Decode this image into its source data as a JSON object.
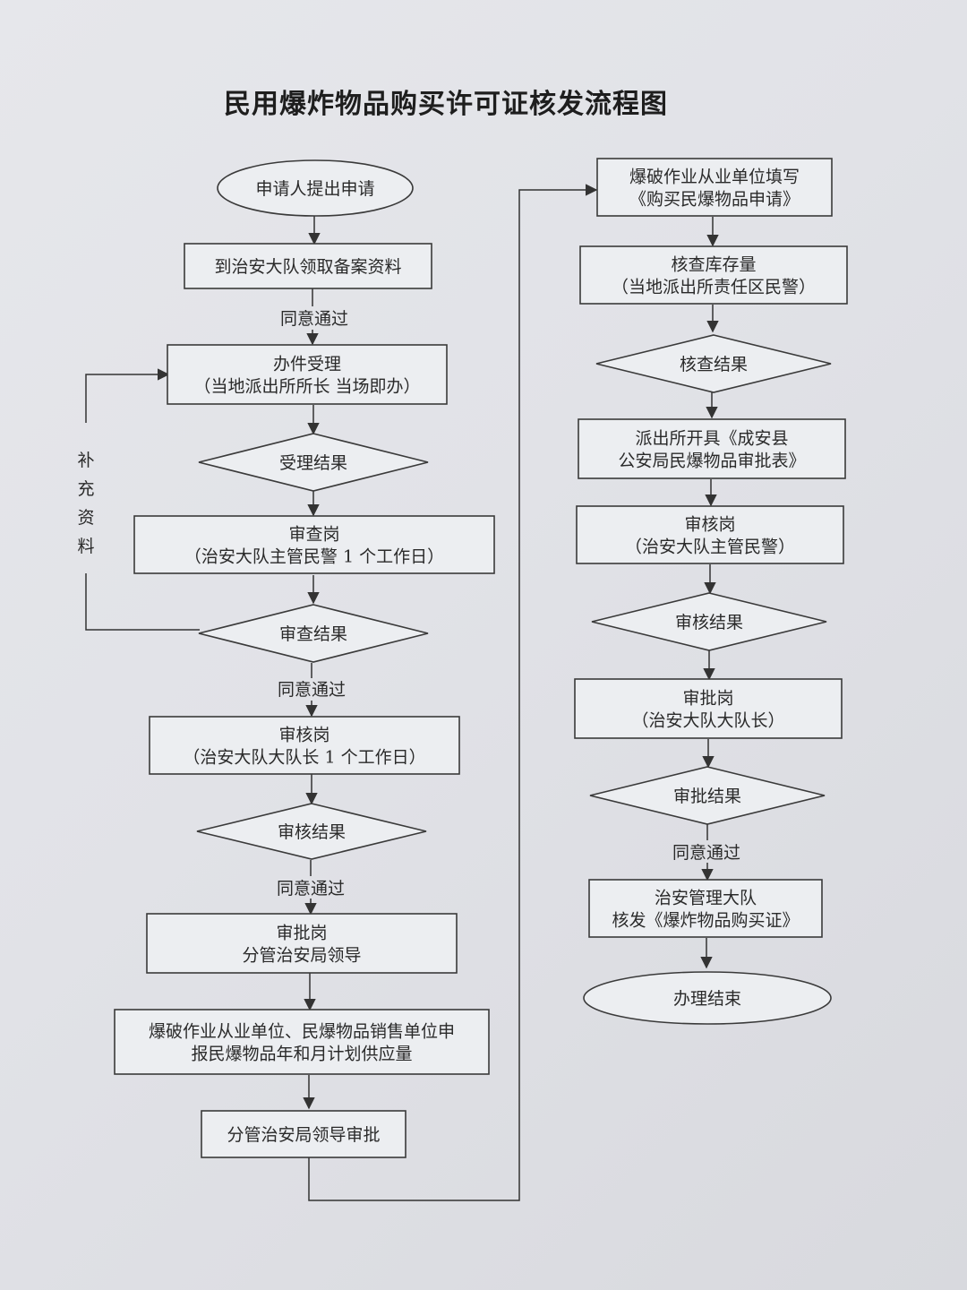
{
  "diagram": {
    "title": "民用爆炸物品购买许可证核发流程图",
    "nodes": {
      "start": {
        "shape": "ellipse",
        "lines": [
          "申请人提出申请"
        ]
      },
      "get_materials": {
        "shape": "rect",
        "lines": [
          "到治安大队领取备案资料"
        ]
      },
      "accept": {
        "shape": "rect",
        "lines": [
          "办件受理",
          "（当地派出所所长  当场即办）"
        ]
      },
      "accept_result": {
        "shape": "diamond",
        "lines": [
          "受理结果"
        ]
      },
      "review_post": {
        "shape": "rect",
        "lines": [
          "审查岗",
          "（治安大队主管民警  1 个工作日）"
        ]
      },
      "review_result": {
        "shape": "diamond",
        "lines": [
          "审查结果"
        ]
      },
      "audit_post": {
        "shape": "rect",
        "lines": [
          "审核岗",
          "（治安大队大队长  1 个工作日）"
        ]
      },
      "audit_result": {
        "shape": "diamond",
        "lines": [
          "审核结果"
        ]
      },
      "approve_post": {
        "shape": "rect",
        "lines": [
          "审批岗",
          "分管治安局领导"
        ]
      },
      "report_plan": {
        "shape": "rect",
        "lines": [
          "爆破作业从业单位、民爆物品销售单位申",
          "报民爆物品年和月计划供应量"
        ]
      },
      "leader_approve": {
        "shape": "rect",
        "lines": [
          "分管治安局领导审批"
        ]
      },
      "fill_application": {
        "shape": "rect",
        "lines": [
          "爆破作业从业单位填写",
          "《购买民爆物品申请》"
        ]
      },
      "check_stock": {
        "shape": "rect",
        "lines": [
          "核查库存量",
          "（当地派出所责任区民警）"
        ]
      },
      "check_result": {
        "shape": "diamond",
        "lines": [
          "核查结果"
        ]
      },
      "issue_form": {
        "shape": "rect",
        "lines": [
          "派出所开具《成安县",
          "公安局民爆物品审批表》"
        ]
      },
      "audit_post2": {
        "shape": "rect",
        "lines": [
          "审核岗",
          "（治安大队主管民警）"
        ]
      },
      "audit_result2": {
        "shape": "diamond",
        "lines": [
          "审核结果"
        ]
      },
      "approve_post2": {
        "shape": "rect",
        "lines": [
          "审批岗",
          "（治安大队大队长）"
        ]
      },
      "approve_result": {
        "shape": "diamond",
        "lines": [
          "审批结果"
        ]
      },
      "issue_permit": {
        "shape": "rect",
        "lines": [
          "治安管理大队",
          "核发《爆炸物品购买证》"
        ]
      },
      "end": {
        "shape": "ellipse",
        "lines": [
          "办理结束"
        ]
      }
    },
    "edge_labels": {
      "pass_1": "同意通过",
      "pass_2": "同意通过",
      "pass_3": "同意通过",
      "pass_4": "同意通过"
    },
    "side_label": {
      "chars": [
        "补",
        "充",
        "资",
        "料"
      ]
    }
  }
}
